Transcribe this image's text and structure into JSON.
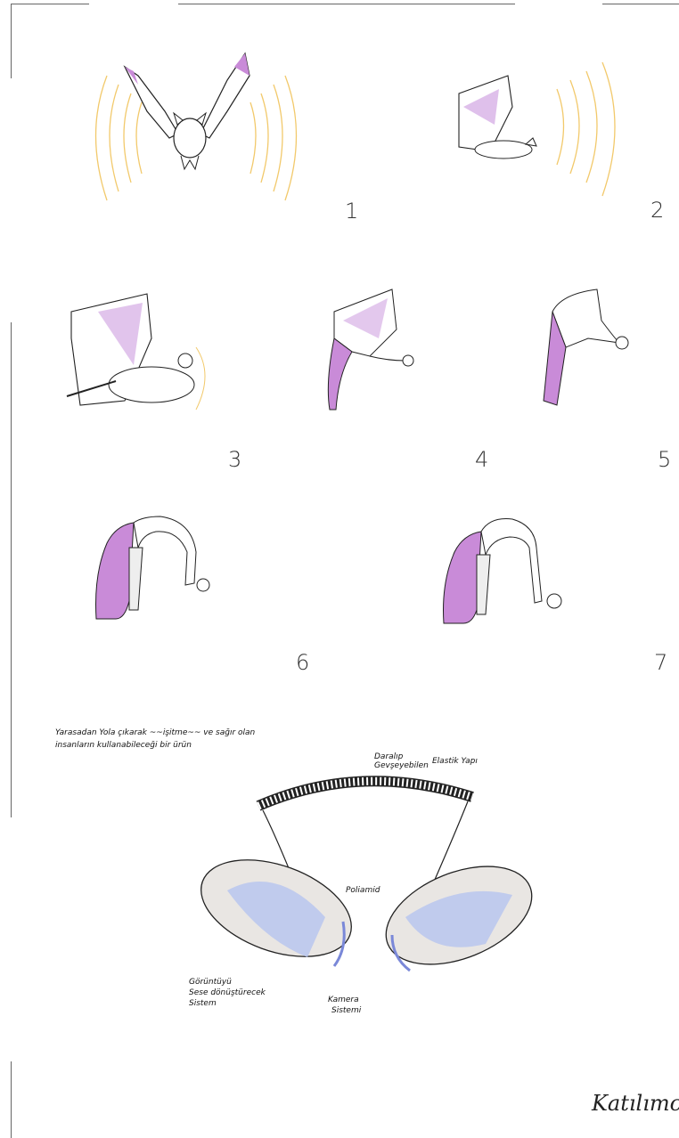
{
  "steps": {
    "s1": "1",
    "s2": "2",
    "s3": "3",
    "s4": "4",
    "s5": "5",
    "s6": "6",
    "s7": "7"
  },
  "product": {
    "description_line1": "Yarasadan Yola çıkarak ~~işitme~~ ve sağır olan",
    "description_line2": "insanların kullanabileceği bir ürün",
    "label_band_line1": "Daralıp",
    "label_band_line2": "Gevşeyebilen",
    "label_band_line3": "Elastik Yapı",
    "label_material": "Poliamid",
    "label_system_line1": "Görüntüyü",
    "label_system_line2": "Sese dönüştürecek",
    "label_system_line3": "Sistem",
    "label_camera_line1": "Kamera",
    "label_camera_line2": "Sistemi"
  },
  "signature": "Katılımcı",
  "colors": {
    "accent_purple": "#b96ad9",
    "wing_blue": "#b9c6ee",
    "sound_wave": "#f2c96b",
    "band": "#7a88d8"
  }
}
